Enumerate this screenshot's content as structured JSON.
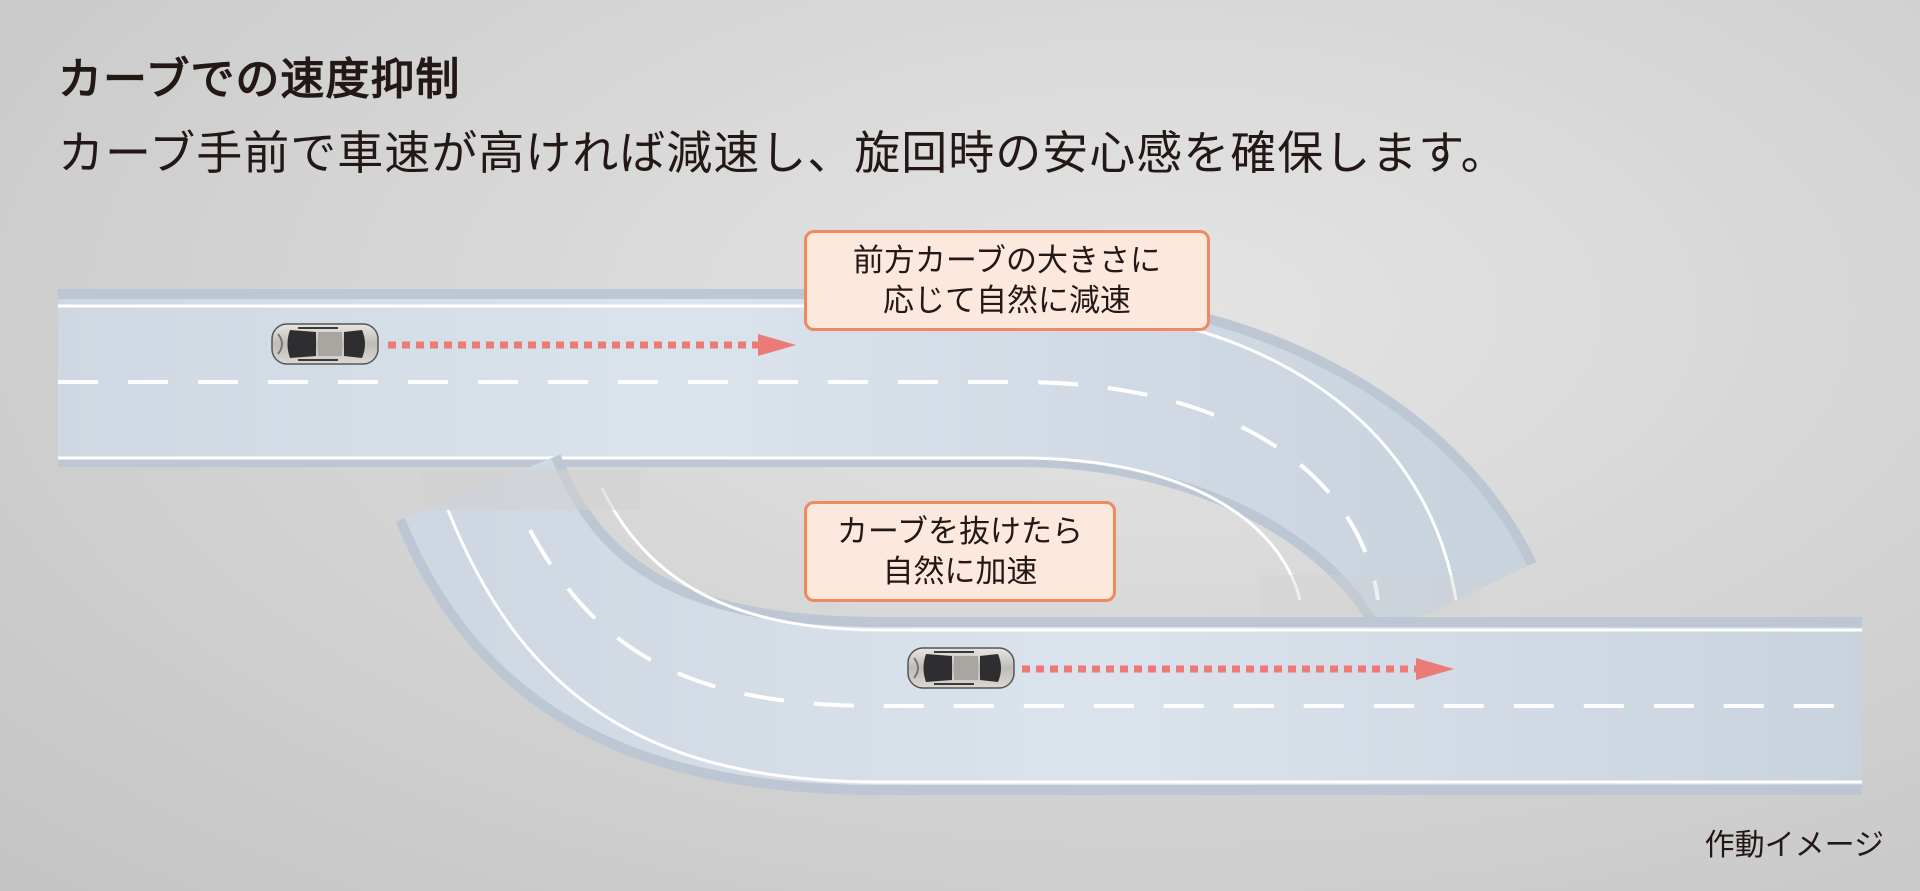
{
  "heading": "カーブでの速度抑制",
  "subheading": "カーブ手前で車速が高ければ減速し、旋回時の安心感を確保します。",
  "callouts": {
    "decelerate": [
      "前方カーブの大きさに",
      "応じて自然に減速"
    ],
    "accelerate": [
      "カーブを抜けたら",
      "自然に加速"
    ]
  },
  "caption": "作動イメージ",
  "colors": {
    "callout_fill": "#fde8de",
    "callout_border": "#ef8a5f",
    "arrow": "#ea7b76",
    "road": "#c8d3df",
    "road_line": "#ffffff"
  }
}
